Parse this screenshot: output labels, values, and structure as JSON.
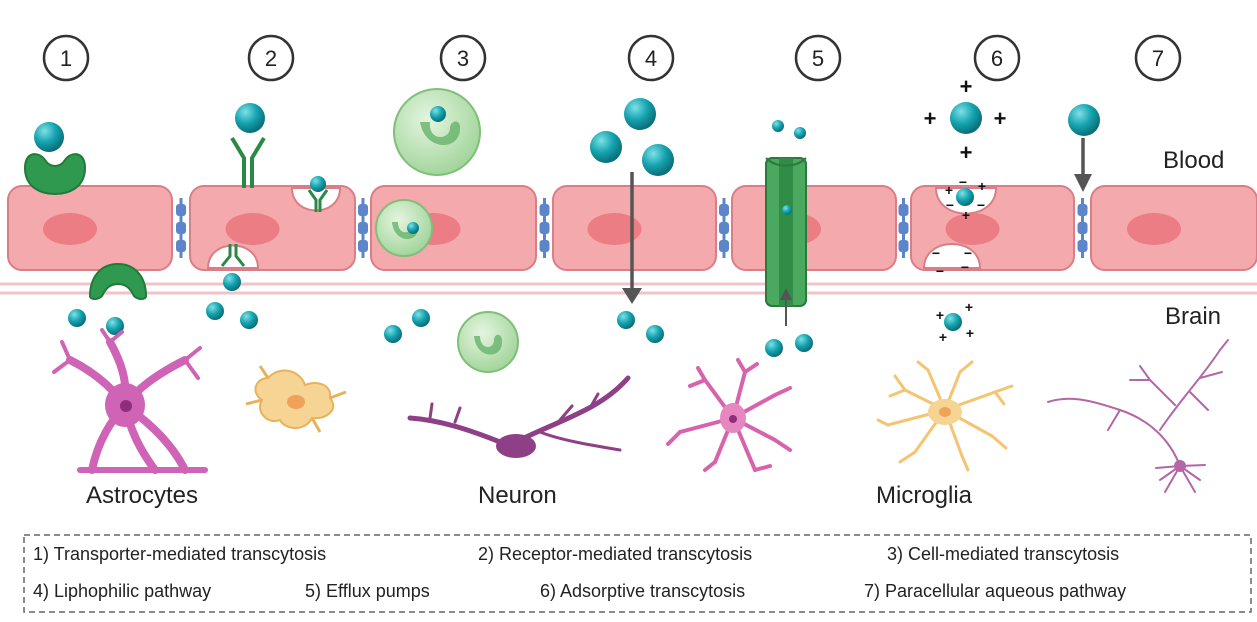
{
  "steps": [
    "1",
    "2",
    "3",
    "4",
    "5",
    "6",
    "7"
  ],
  "labels": {
    "blood": "Blood",
    "brain": "Brain",
    "astrocytes": "Astrocytes",
    "neuron": "Neuron",
    "microglia": "Microglia"
  },
  "charges": {
    "plus": "+",
    "minus": "−"
  },
  "legend": [
    [
      "1) Transporter-mediated transcytosis",
      "2) Receptor-mediated transcytosis",
      "3) Cell-mediated transcytosis"
    ],
    [
      "4) Liphophilic pathway",
      "5) Efflux pumps",
      "6) Adsorptive transcytosis",
      "7) Paracellular aqueous pathway"
    ]
  ],
  "colors": {
    "endothelium": "#f4a9ad",
    "endothelium_edge": "#d97e86",
    "nucleus": "#ec7d85",
    "junction": "#5c86c9",
    "molecule": "#12a2ae",
    "transporter": "#3aa05a",
    "immune_cell": "#a7d8a0",
    "astrocyte": "#cf63b5",
    "neuron": "#8e3f86",
    "microglia": "#f5c470"
  }
}
